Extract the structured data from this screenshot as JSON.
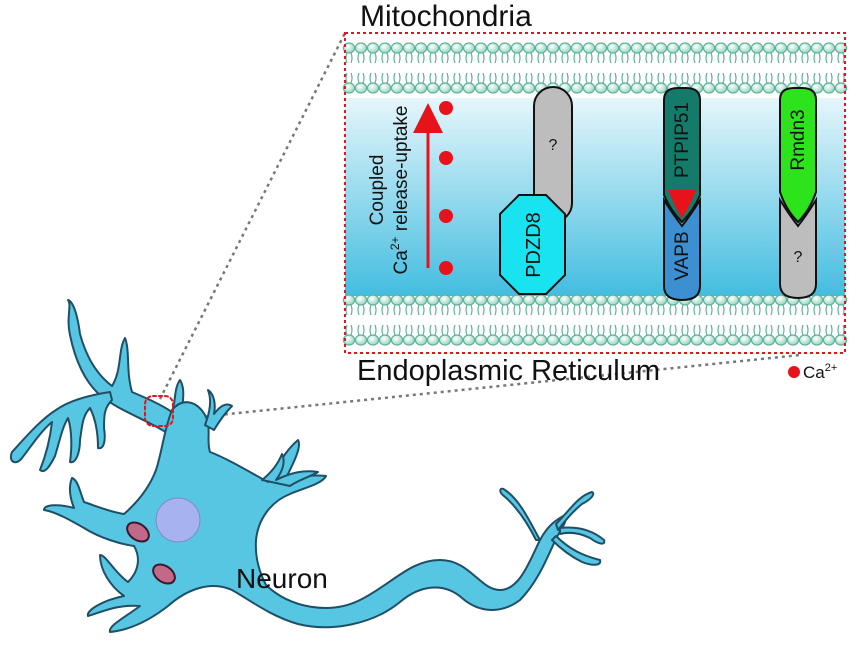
{
  "labels": {
    "top_membrane": "Mitochondria",
    "bottom_membrane": "Endoplasmic Reticulum",
    "neuron": "Neuron",
    "legend_ion": "Ca",
    "legend_charge": "2+",
    "side_line1": "Coupled",
    "side_ion": "Ca",
    "side_charge": "2+",
    "side_rest": " release-uptake"
  },
  "tethers": [
    {
      "id": "pdzd8",
      "er_label": "PDZD8",
      "mito_label": "?"
    },
    {
      "id": "vapb-ptpip51",
      "er_label": "VAPB",
      "mito_label": "PTPIP51"
    },
    {
      "id": "rmdn3",
      "er_label": "?",
      "mito_label": "Rmdn3"
    }
  ],
  "colors": {
    "membrane": "#5fb39a",
    "membrane_light": "#d6f0e6",
    "inter_space_top": "#e6f6fb",
    "inter_space_bottom": "#43bde0",
    "calcium": "#e8121b",
    "neuron_fill": "#57c6e2",
    "neuron_stroke": "#1f4f66",
    "nucleus": "#a7b2f0",
    "mito_fill": "#c2698a",
    "pdzd8": "#19e3f0",
    "unknown": "#bdbdbd",
    "ptpip51": "#147a6a",
    "vapb": "#3c8fd0",
    "rmdn3": "#2ce31c",
    "zoom_box": "#e8121b",
    "zoom_lines": "#777777"
  },
  "calcium_ions_count": 4
}
